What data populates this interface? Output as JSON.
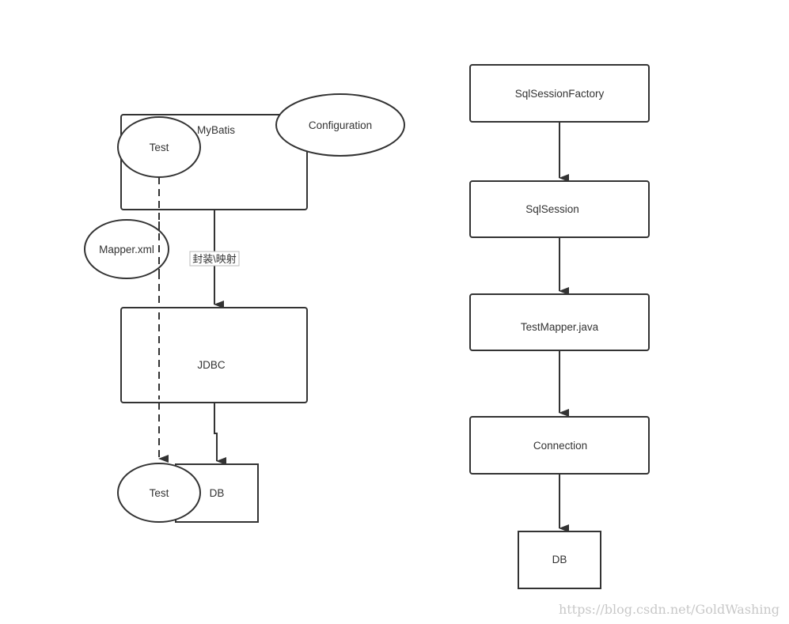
{
  "left_diagram": {
    "mybatis": "MyBatis",
    "configuration": "Configuration",
    "test_top": "Test",
    "mapper_xml": "Mapper.xml",
    "edge_label": "封装\\映射",
    "jdbc": "JDBC",
    "test_bottom": "Test",
    "db": "DB"
  },
  "right_flow": {
    "steps": [
      "SqlSessionFactory",
      "SqlSession",
      "TestMapper.java",
      "Connection",
      "DB"
    ]
  },
  "watermark": "https://blog.csdn.net/GoldWashing",
  "colors": {
    "stroke": "#333333",
    "background": "#ffffff",
    "watermark": "#c8c8c8"
  }
}
